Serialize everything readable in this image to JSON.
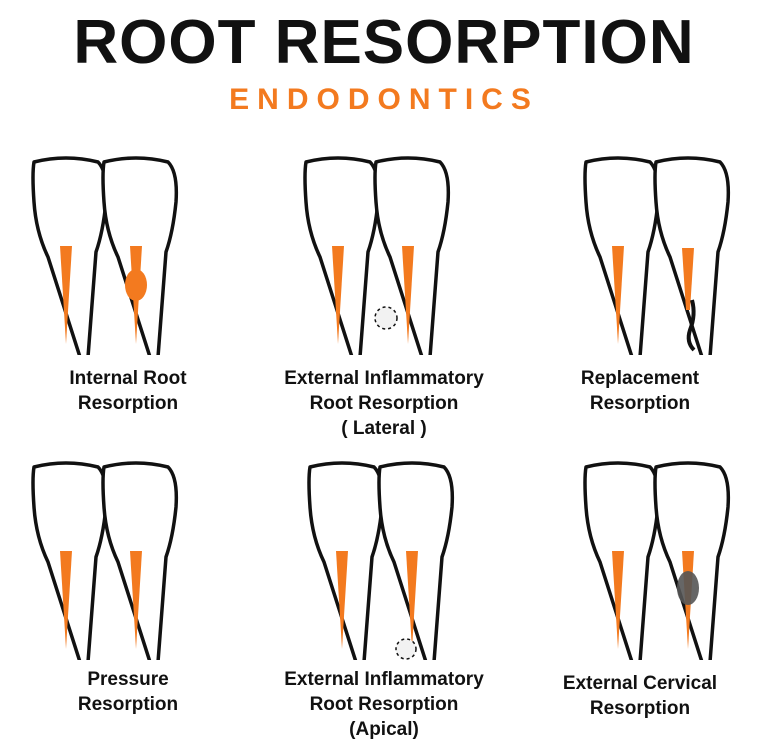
{
  "header": {
    "title": "ROOT RESORPTION",
    "subtitle": "ENDODONTICS"
  },
  "colors": {
    "accent": "#f37a1f",
    "outline": "#111111",
    "lesion_dark": "#555555",
    "lesion_light": "#f2f2f2"
  },
  "panels": [
    {
      "id": "internal",
      "lines": [
        "Internal Root",
        "Resorption"
      ]
    },
    {
      "id": "external-lateral",
      "lines": [
        "External Inflammatory",
        "Root Resorption",
        "( Lateral )"
      ]
    },
    {
      "id": "replacement",
      "lines": [
        "Replacement",
        "Resorption"
      ]
    },
    {
      "id": "pressure",
      "lines": [
        "Pressure",
        "Resorption"
      ]
    },
    {
      "id": "external-apical",
      "lines": [
        "External Inflammatory",
        "Root Resorption",
        "(Apical)"
      ]
    },
    {
      "id": "external-cervical",
      "lines": [
        "External Cervical",
        "Resorption"
      ]
    }
  ]
}
